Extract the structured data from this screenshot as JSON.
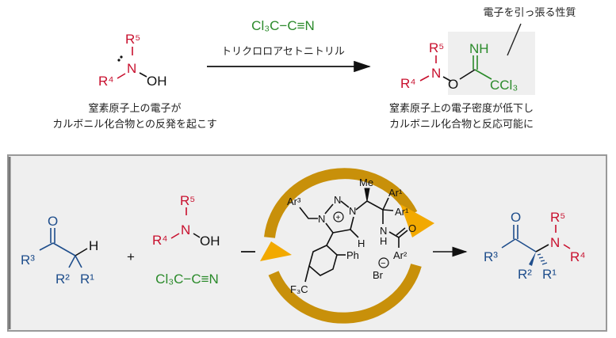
{
  "top": {
    "reagent": "Cl₃C−C≡N",
    "reagent_name": "トリクロロアセトニトリル",
    "left_compound": {
      "r5": "R⁵",
      "n": "N",
      "r4": "R⁴",
      "oh": "OH"
    },
    "left_caption": [
      "窒素原子上の電子が",
      "カルボニル化合物との反発を起こす"
    ],
    "right_compound": {
      "r5": "R⁵",
      "n": "N",
      "r4": "R⁴",
      "o": "O",
      "nh": "NH",
      "ccl3": "CCl₃"
    },
    "annotation": "電子を引っ張る性質",
    "right_caption": [
      "窒素原子上の電子密度が低下し",
      "カルボニル化合物と反応可能に"
    ]
  },
  "bottom": {
    "ketone": {
      "o": "O",
      "h": "H",
      "r3": "R³",
      "r2": "R²",
      "r1": "R¹"
    },
    "plus": "+",
    "hydroxylamine": {
      "r5": "R⁵",
      "n": "N",
      "r4": "R⁴",
      "oh": "OH"
    },
    "reagent": "Cl₃C−C≡N",
    "catalyst": {
      "ar3": "Ar³",
      "n1": "N",
      "n2": "N",
      "n3": "N",
      "plus": "+",
      "h": "H",
      "me": "Me",
      "ar1a": "Ar¹",
      "ar1b": "Ar¹",
      "nh": "N",
      "nh_h": "H",
      "o": "O",
      "ar2": "Ar²",
      "ph": "Ph",
      "minus": "−",
      "br": "Br",
      "f3c": "F₃C"
    },
    "product": {
      "o": "O",
      "r3": "R³",
      "n": "N",
      "r5": "R⁵",
      "r4": "R⁴",
      "r2": "R²",
      "r1": "R¹"
    }
  },
  "colors": {
    "amine": "#c8102e",
    "ketone": "#1f4e8c",
    "nitrile": "#2a8a2a",
    "cycle_arrow": "#f2a900",
    "panel": "#efefef"
  }
}
